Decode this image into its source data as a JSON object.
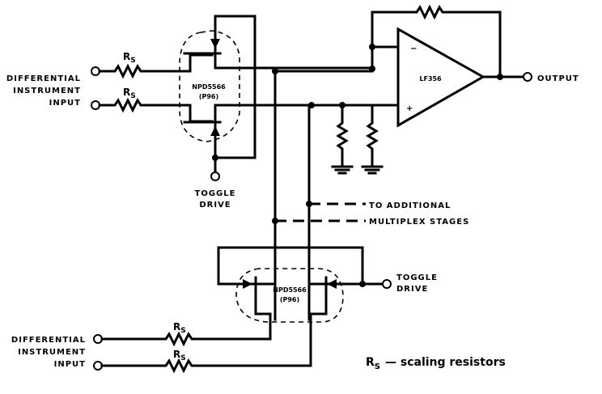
{
  "diagram": {
    "title": "Differential instrument input multiplexer with NPD5566 JFET switches and LF356 amplifier",
    "inputs_top": {
      "label_lines": [
        "DIFFERENTIAL",
        "INSTRUMENT",
        "INPUT"
      ],
      "resistor_labels": [
        "RS",
        "RS"
      ]
    },
    "switch_top": {
      "part": "NPD5566",
      "package": "(P96)",
      "toggle_label_lines": [
        "TOGGLE",
        "DRIVE"
      ]
    },
    "opamp": {
      "part": "LF356",
      "inverting": "−",
      "noninverting": "+"
    },
    "output_label": "OUTPUT",
    "expansion_label_lines": [
      "TO ADDITIONAL",
      "MULTIPLEX STAGES"
    ],
    "switch_bottom": {
      "part": "NPD5566",
      "package": "(P96)",
      "toggle_label_lines": [
        "TOGGLE",
        "DRIVE"
      ]
    },
    "inputs_bottom": {
      "label_lines": [
        "DIFFERENTIAL",
        "INSTRUMENT",
        "INPUT"
      ],
      "resistor_labels": [
        "RS",
        "RS"
      ]
    },
    "legend": {
      "symbol": "R",
      "subscript": "S",
      "text": "— scaling resistors"
    }
  }
}
